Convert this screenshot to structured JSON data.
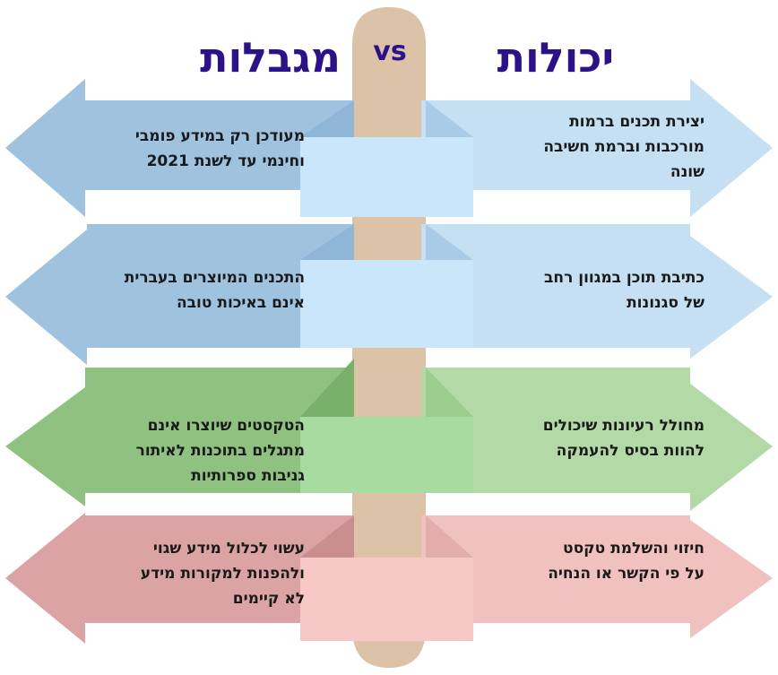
{
  "title_right": "יכולות",
  "title_left": "מגבלות",
  "vs": "vs",
  "rows": [
    {
      "right_lines": [
        "יצירת תכנים ברמות",
        "מורכבות וברמת חשיבה",
        "שונה"
      ],
      "left_lines": [
        "מעודכן רק במידע פומבי",
        "וחינמי עד לשנת 2021"
      ],
      "colors": {
        "right": "#c5dff3",
        "left": "#9fc2df",
        "center": "#c9e6fb",
        "shadow": "#8fb6d6"
      }
    },
    {
      "right_lines": [
        "כתיבת תוכן במגוון רחב",
        "של סגנונות"
      ],
      "left_lines": [
        "התכנים המיוצרים בעברית",
        "אינם באיכות טובה"
      ],
      "colors": {
        "right": "#c5dff3",
        "left": "#9fc2df",
        "center": "#c9e6fb",
        "shadow": "#8fb6d6"
      }
    },
    {
      "right_lines": [
        "מחולל רעיונות שיכולים",
        "להוות בסיס להעמקה"
      ],
      "left_lines": [
        "הטקסטים שיוצרו אינם",
        "מתגלים בתוכנות לאיתור",
        "גניבות ספרותיות"
      ],
      "colors": {
        "right": "#b2d9a6",
        "left": "#8fc281",
        "center": "#a8dba0",
        "shadow": "#79b06a"
      }
    },
    {
      "right_lines": [
        "חיזוי והשלמת טקסט",
        "על פי הקשר או הנחיה"
      ],
      "left_lines": [
        "עשוי לכלול מידע שגוי",
        "ולהפנות למקורות מידע",
        "לא קיימים"
      ],
      "colors": {
        "right": "#f0c1bf",
        "left": "#dba3a3",
        "center": "#f6c8c6",
        "shadow": "#c98f8e"
      }
    }
  ],
  "stick_color": "#dcc3a8",
  "title_color": "#2b128a"
}
